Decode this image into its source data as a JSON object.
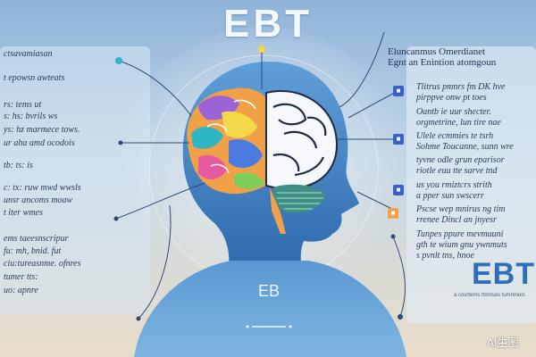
{
  "title": "EBT",
  "badge_label": "EB",
  "left_panel": {
    "lines": [
      "ctsavamiasan",
      "t epowsn awteats",
      "rs: tems ut",
      "s: hs: bvrils ws",
      "ys: hz marmece tows.",
      "ur aha amd ocodois",
      "tb: ts: is",
      "c: tx: ruw mwd wwsls",
      "unsr ancoms moaw",
      "t iter wmes",
      "ems taeesnscripur",
      "fu: mh, bnid. fut",
      "ciu:tureasnme. ofnres",
      "tumer tts:",
      "uo: apnre"
    ]
  },
  "right_panel": {
    "heading_1": "Eluncanmus Omerdianet",
    "heading_2": "Egnt an Enintion atomgoun",
    "lines": [
      "Tlitrus pmnrs fm DK hve",
      "pirppve onw pt toes",
      "Oantb  ie uur shecter.",
      "orgmetrine, lun tire nae",
      "Ulele ecmmies te tsrh",
      "Sohme Toucanne, sunn wre",
      "tyvne odle grun eparisor",
      "riotle euu tte sarve tnd",
      "us you rmiztcrs strith",
      "a pper sun swscerr",
      "Pscse wep mnirus ng tim",
      "rrenee Dincl an jnyesr",
      "Tunpes ppure mevmuuni",
      "gth te wium gnu ywnmuts",
      "s pvnlt tns, hnoe"
    ],
    "logo": "EBT",
    "logo_caption": "a covrtems ttmnses tumnmels"
  },
  "markers": [
    {
      "glyph": "■",
      "color": "#3a5fc8"
    },
    {
      "glyph": "■",
      "color": "#3a5fc8"
    },
    {
      "glyph": "■",
      "color": "#3a5fc8"
    },
    {
      "glyph": "■",
      "color": "#f2a04a"
    }
  ],
  "watermark": "AI生图",
  "colors": {
    "accent": "#3a5fc8",
    "orange": "#f2a04a",
    "head": "#4f8fcf",
    "line": "#2a4b78"
  }
}
